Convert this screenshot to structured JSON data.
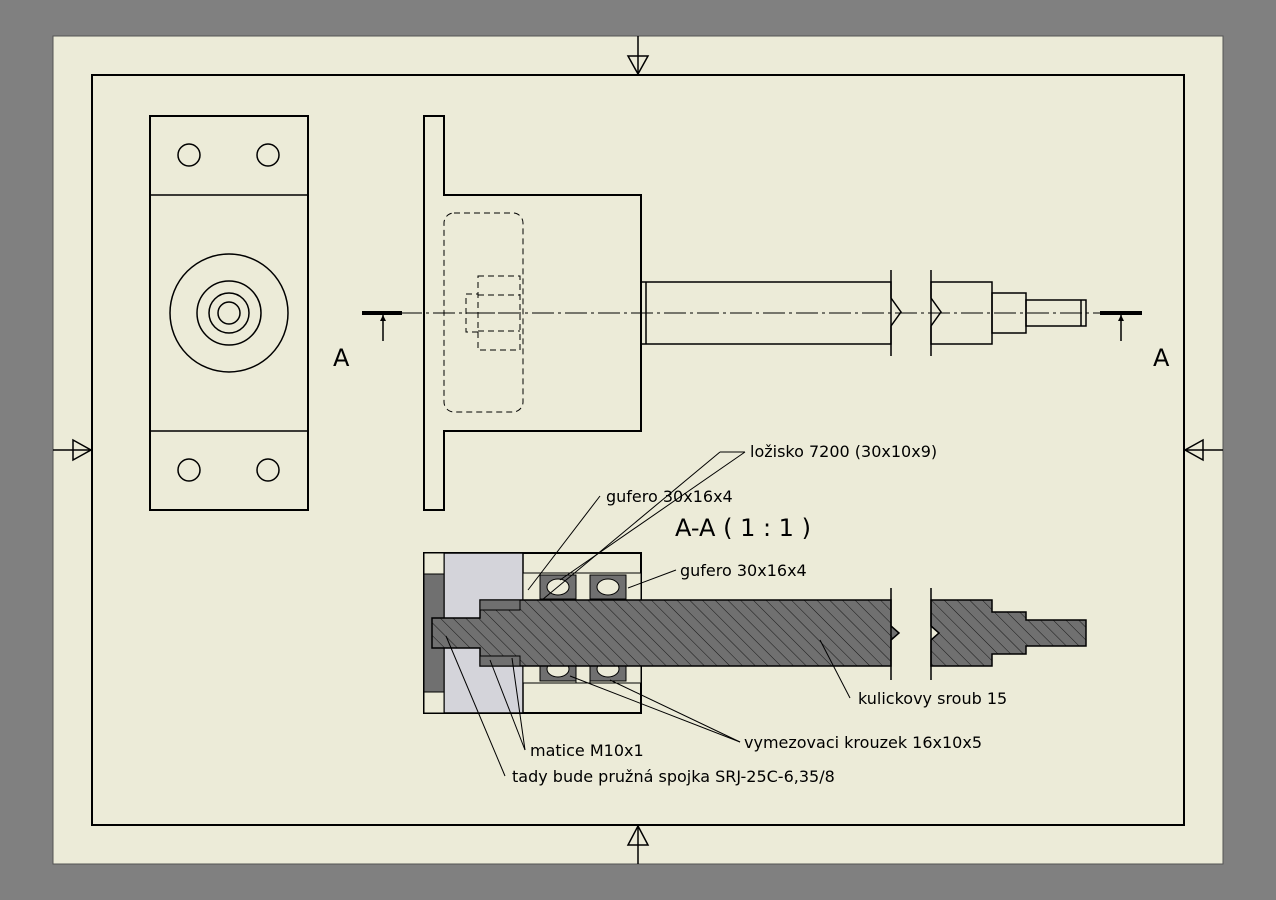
{
  "view_top": {
    "section_label_left": "A",
    "section_label_right": "A"
  },
  "section_view": {
    "title": "A-A ( 1 : 1 )"
  },
  "callouts": {
    "bearing": "ložisko 7200 (30x10x9)",
    "seal_left": "gufero 30x16x4",
    "seal_right": "gufero 30x16x4",
    "ball_screw": "kulickovy sroub 15",
    "spacer": "vymezovaci krouzek 16x10x5",
    "nut": "matice M10x1",
    "coupling": "tady bude pružná spojka SRJ-25C-6,35/8"
  },
  "colors": {
    "background": "#808080",
    "sheet": "#ECEBD8",
    "section_fill": "#707070",
    "bore_fill": "#D4D4DA",
    "line": "#000000"
  }
}
